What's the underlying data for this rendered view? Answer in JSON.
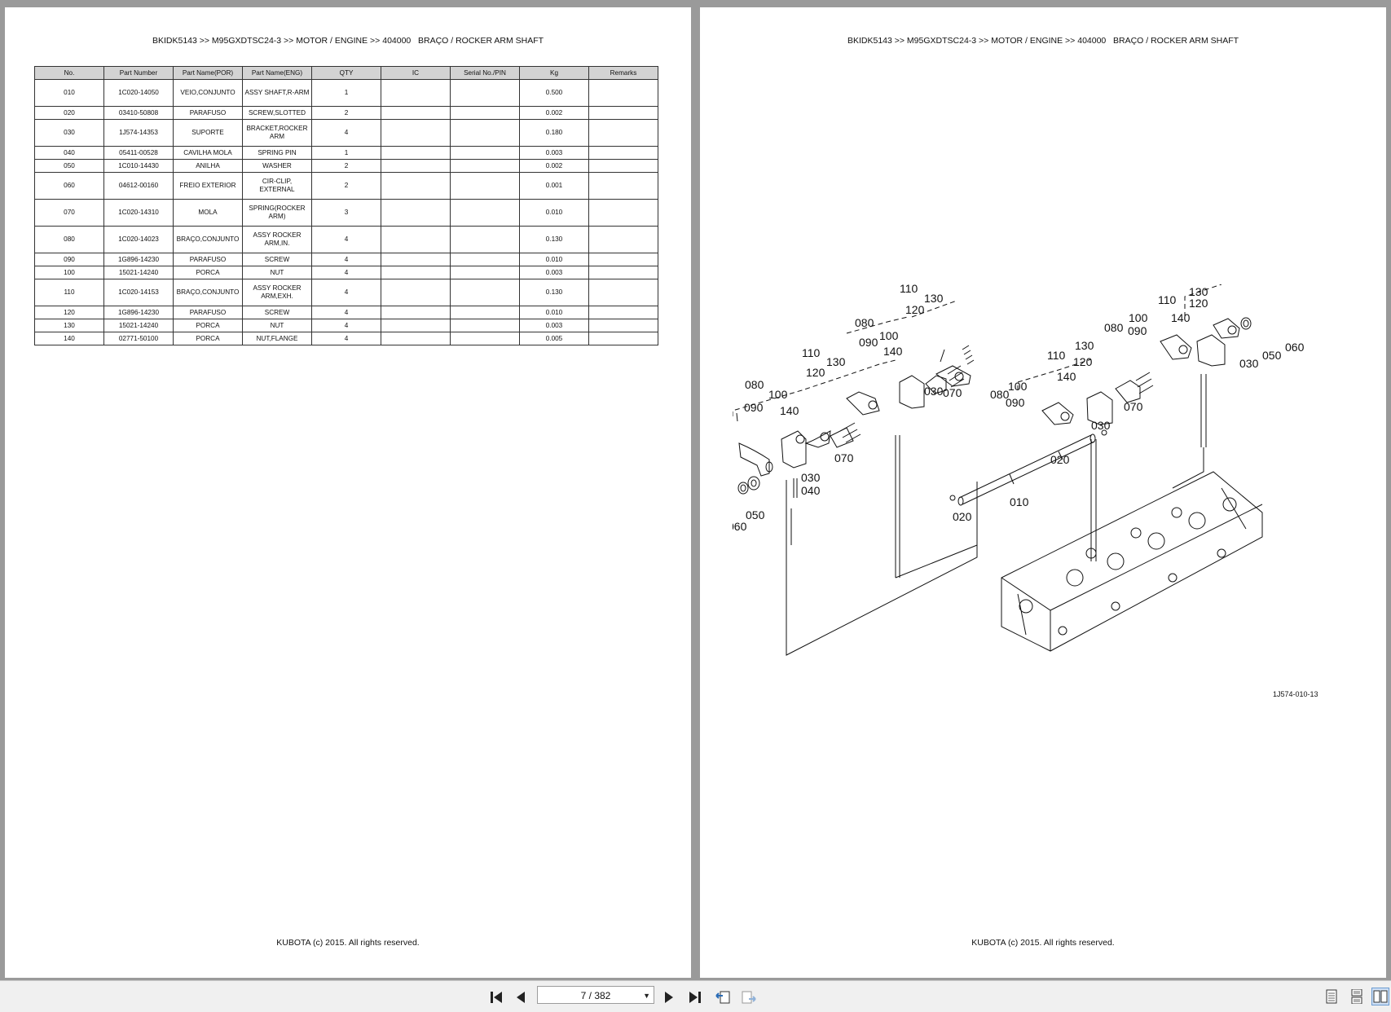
{
  "document": {
    "header": "BKIDK5143 >> M95GXDTSC24-3 >> MOTOR / ENGINE >> 404000   BRAÇO / ROCKER ARM SHAFT",
    "footer": "KUBOTA (c) 2015. All rights reserved."
  },
  "table": {
    "headers": [
      "No.",
      "Part Number",
      "Part Name(POR)",
      "Part Name(ENG)",
      "QTY",
      "IC",
      "Serial No./PIN",
      "Kg",
      "Remarks"
    ],
    "rows": [
      {
        "no": "010",
        "part": "1C020-14050",
        "por": "VEIO,CONJUNTO",
        "eng": "ASSY SHAFT,R-ARM",
        "qty": "1",
        "ic": "",
        "serial": "",
        "kg": "0.500",
        "remarks": ""
      },
      {
        "no": "020",
        "part": "03410-50808",
        "por": "PARAFUSO",
        "eng": "SCREW,SLOTTED",
        "qty": "2",
        "ic": "",
        "serial": "",
        "kg": "0.002",
        "remarks": ""
      },
      {
        "no": "030",
        "part": "1J574-14353",
        "por": "SUPORTE",
        "eng": "BRACKET,ROCKER ARM",
        "qty": "4",
        "ic": "",
        "serial": "",
        "kg": "0.180",
        "remarks": ""
      },
      {
        "no": "040",
        "part": "05411-00528",
        "por": "CAVILHA MOLA",
        "eng": "SPRING PIN",
        "qty": "1",
        "ic": "",
        "serial": "",
        "kg": "0.003",
        "remarks": ""
      },
      {
        "no": "050",
        "part": "1C010-14430",
        "por": "ANILHA",
        "eng": "WASHER",
        "qty": "2",
        "ic": "",
        "serial": "",
        "kg": "0.002",
        "remarks": ""
      },
      {
        "no": "060",
        "part": "04612-00160",
        "por": "FREIO EXTERIOR",
        "eng": "CIR-CLIP, EXTERNAL",
        "qty": "2",
        "ic": "",
        "serial": "",
        "kg": "0.001",
        "remarks": ""
      },
      {
        "no": "070",
        "part": "1C020-14310",
        "por": "MOLA",
        "eng": "SPRING(ROCKER ARM)",
        "qty": "3",
        "ic": "",
        "serial": "",
        "kg": "0.010",
        "remarks": ""
      },
      {
        "no": "080",
        "part": "1C020-14023",
        "por": "BRAÇO,CONJUNTO",
        "eng": "ASSY ROCKER ARM,IN.",
        "qty": "4",
        "ic": "",
        "serial": "",
        "kg": "0.130",
        "remarks": ""
      },
      {
        "no": "090",
        "part": "1G896-14230",
        "por": "PARAFUSO",
        "eng": "SCREW",
        "qty": "4",
        "ic": "",
        "serial": "",
        "kg": "0.010",
        "remarks": ""
      },
      {
        "no": "100",
        "part": "15021-14240",
        "por": "PORCA",
        "eng": "NUT",
        "qty": "4",
        "ic": "",
        "serial": "",
        "kg": "0.003",
        "remarks": ""
      },
      {
        "no": "110",
        "part": "1C020-14153",
        "por": "BRAÇO,CONJUNTO",
        "eng": "ASSY ROCKER ARM,EXH.",
        "qty": "4",
        "ic": "",
        "serial": "",
        "kg": "0.130",
        "remarks": ""
      },
      {
        "no": "120",
        "part": "1G896-14230",
        "por": "PARAFUSO",
        "eng": "SCREW",
        "qty": "4",
        "ic": "",
        "serial": "",
        "kg": "0.010",
        "remarks": ""
      },
      {
        "no": "130",
        "part": "15021-14240",
        "por": "PORCA",
        "eng": "NUT",
        "qty": "4",
        "ic": "",
        "serial": "",
        "kg": "0.003",
        "remarks": ""
      },
      {
        "no": "140",
        "part": "02771-50100",
        "por": "PORCA",
        "eng": "NUT,FLANGE",
        "qty": "4",
        "ic": "",
        "serial": "",
        "kg": "0.005",
        "remarks": ""
      }
    ]
  },
  "diagram": {
    "drawing_code": "1J574-010-13",
    "callouts": [
      "010",
      "020",
      "030",
      "040",
      "050",
      "060",
      "070",
      "080",
      "090",
      "100",
      "110",
      "120",
      "130",
      "140"
    ]
  },
  "viewer": {
    "page_indicator": "7 / 382",
    "icons": {
      "first": "first-page-icon",
      "prev": "previous-page-icon",
      "next": "next-page-icon",
      "last": "last-page-icon",
      "back": "go-back-view-icon",
      "forward": "go-forward-view-icon",
      "single": "single-page-view-icon",
      "continuous": "continuous-view-icon",
      "dual": "two-page-view-icon"
    },
    "accent_color": "#6b9bd1"
  }
}
